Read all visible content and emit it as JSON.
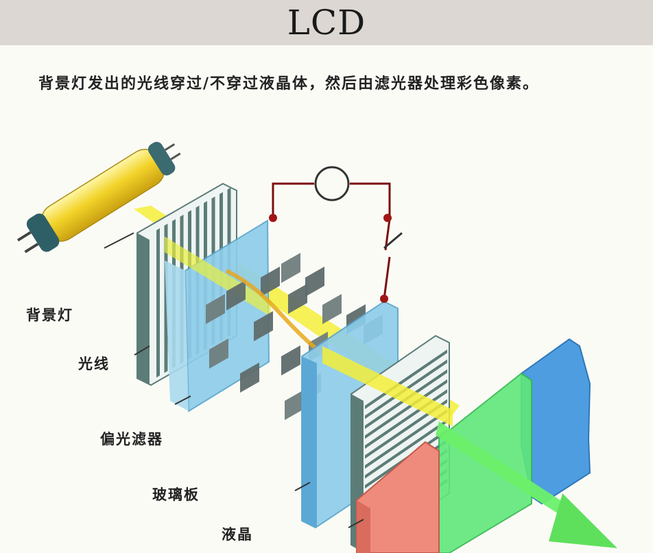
{
  "title": "LCD",
  "description": "背景灯发出的光线穿过/不穿过液晶体，然后由滤光器处理彩色像素。",
  "labels": {
    "backlight": "背景灯",
    "light": "光线",
    "polarizer": "偏光滤器",
    "glass": "玻璃板",
    "liquid_crystal": "液晶"
  },
  "colors": {
    "light_beam": "#f3ee3a",
    "tube": "#f2d329",
    "glass_plate": "#8ecdea",
    "filter_red": "#ee8b7c",
    "filter_green": "#5fe87a",
    "filter_blue": "#4d9de0",
    "wire": "#7a0f0f"
  }
}
